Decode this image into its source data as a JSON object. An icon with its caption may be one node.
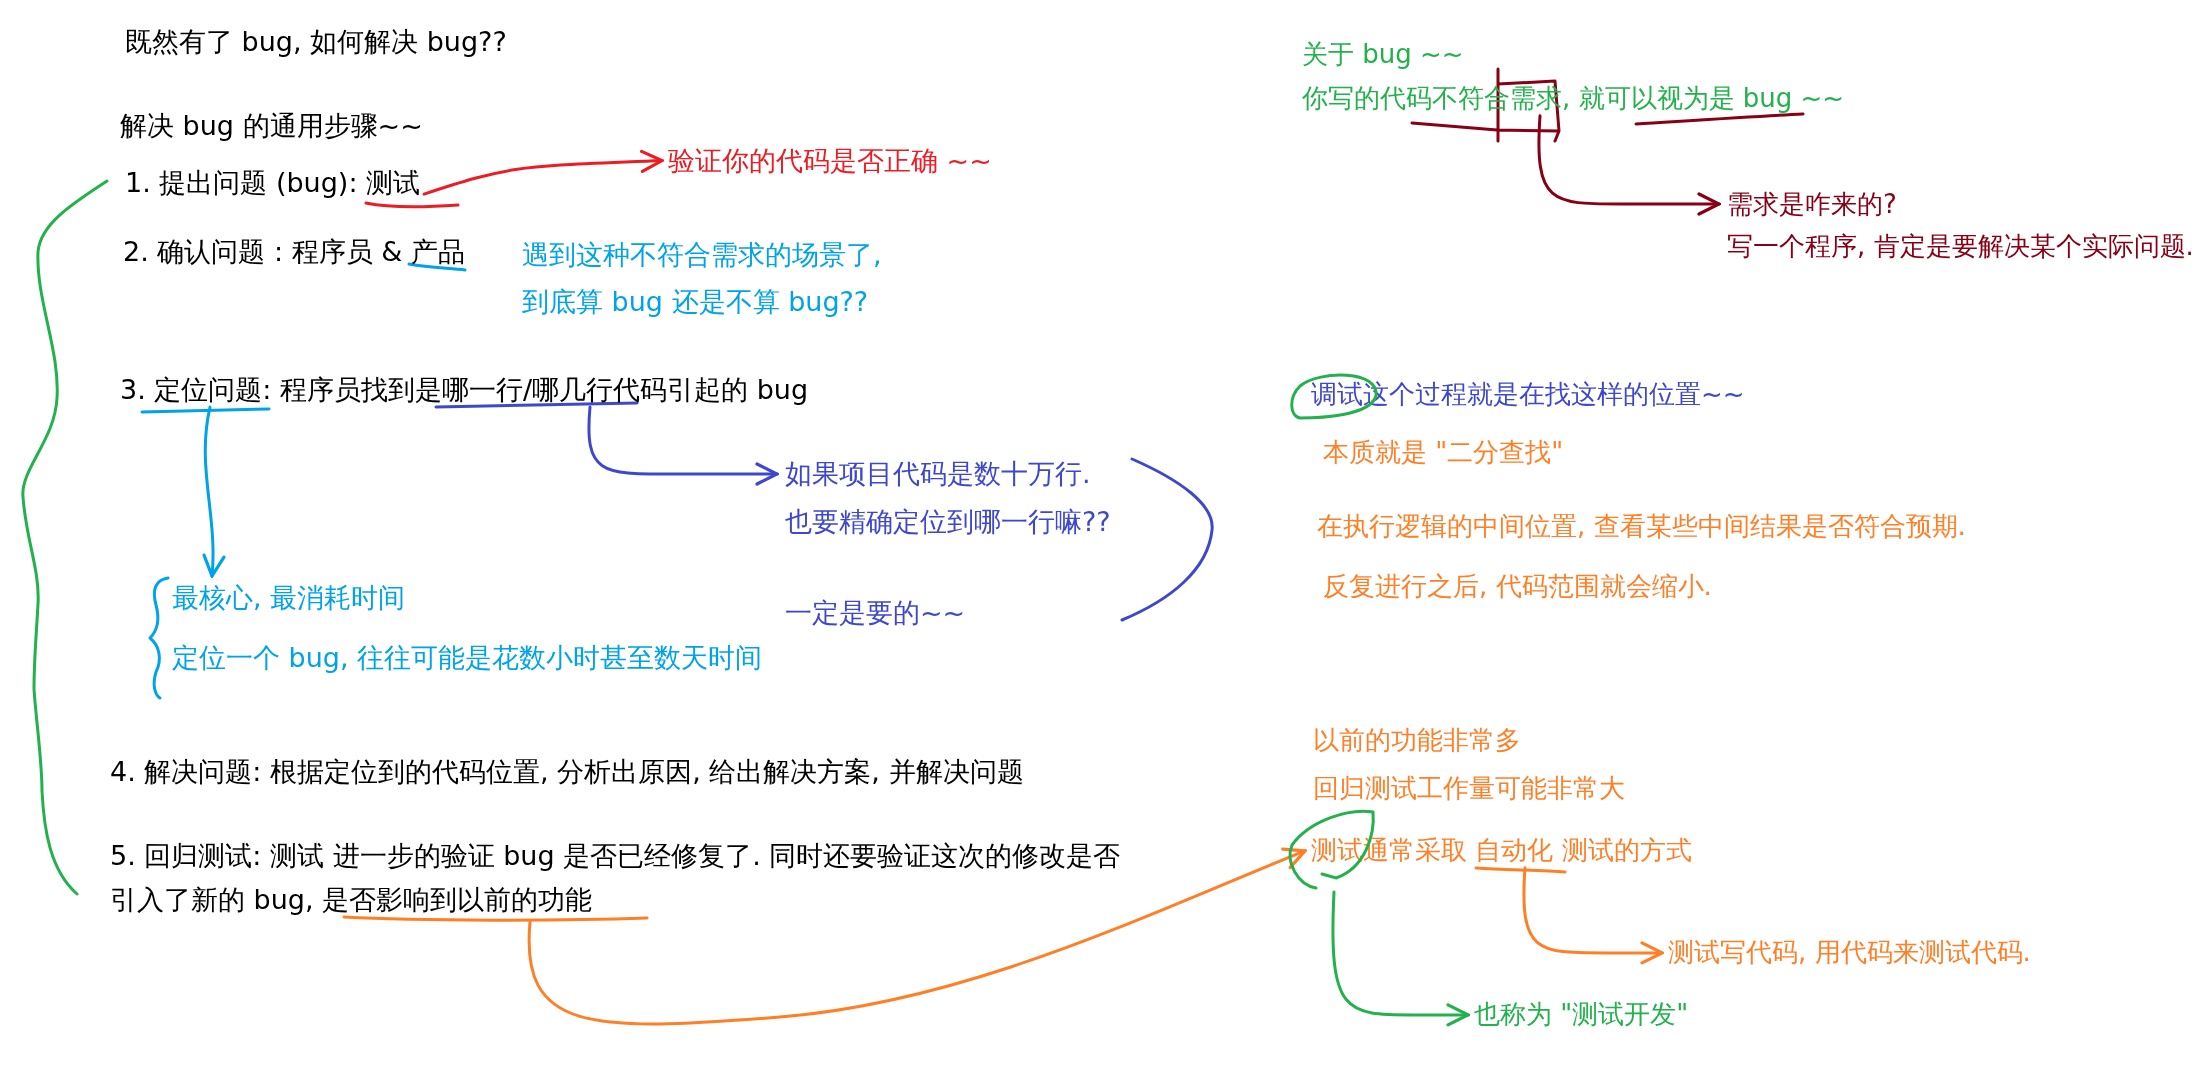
{
  "diagram": {
    "title": "既然有了 bug, 如何解决 bug??",
    "nodes": [
      {
        "text": [
          "1. 提出问题 (bug): 测试"
        ]
      },
      {
        "text": [
          "验证你的代码是否正确 ~~"
        ]
      },
      {
        "text": [
          "3. 定位问题: 程序员找到是哪一行/哪几行代码引起的 bug"
        ]
      },
      {
        "text": [
          "如果项目代码是数十万行. 也要精确定位到哪一行嘛??"
        ]
      },
      {
        "text": [
          "最核心, 最消耗时间",
          "定位一个 bug, 往往可能是花数小时甚至数天时间"
        ]
      },
      {
        "text": [
          "5. 回归测试: 测试 进一步的验证 bug 是否已经修复了.  同时还要验证这次的修改是否引入了新的 bug, 是否影响到以前的功能"
        ]
      },
      {
        "text": [
          "你写的代码不符合需求, 就可以视为是 bug ~~"
        ]
      },
      {
        "text": [
          "需求是咋来的?",
          "写一个程序, 肯定是要解决某个实际问题."
        ]
      },
      {
        "text": [
          "测试通常采取 自动化 测试的方式"
        ]
      },
      {
        "text": [
          "测试写代码, 用代码来测试代码."
        ]
      },
      {
        "text": [
          "也称为 \"测试开发\""
        ]
      },
      {
        "text": [],
        "shape": "circle"
      },
      {
        "text": [],
        "shape": "circle"
      }
    ],
    "edges": [
      {
        "from": 0,
        "to": 1,
        "arrow": "to",
        "color": "#ed1c24"
      },
      {
        "from": 2,
        "to": 4,
        "arrow": "to",
        "color": "#00a2e8"
      },
      {
        "from": 2,
        "to": 3,
        "arrow": "to",
        "color": "#3f48cc"
      },
      {
        "from": 6,
        "to": 7,
        "arrow": "to",
        "color": "#880015"
      },
      {
        "from": 5,
        "to": 8,
        "arrow": "to",
        "color": "#ff7f27"
      },
      {
        "from": 12,
        "to": 10,
        "arrow": "to",
        "color": "#22b14c"
      },
      {
        "from": 8,
        "to": 9,
        "arrow": "to",
        "color": "#ff7f27"
      }
    ],
    "labels": [
      "解决 bug 的通用步骤~~",
      "2. 确认问题 : 程序员 & 产品",
      "遇到这种不符合需求的场景了, 到底算 bug 还是不算 bug??",
      "一定是要的~~",
      "4. 解决问题: 根据定位到的代码位置, 分析出原因, 给出解决方案, 并解决问题",
      "关于 bug ~~",
      "调试这个过程就是在找这样的位置~~",
      "本质就是 \"二分查找\"",
      "在执行逻辑的中间位置, 查看某些中间结果是否符合预期.",
      "反复进行之后, 代码范围就会缩小.",
      "以前的功能非常多",
      "回归测试工作量可能非常大"
    ]
  }
}
